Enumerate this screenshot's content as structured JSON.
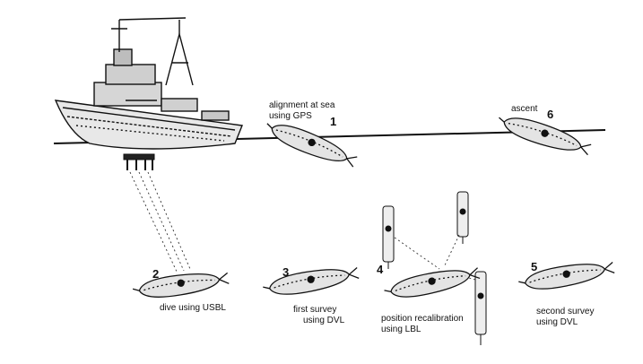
{
  "stages": [
    {
      "number": "1",
      "caption_lines": [
        "alignment at sea",
        "using GPS"
      ]
    },
    {
      "number": "2",
      "caption_lines": [
        "dive using USBL"
      ]
    },
    {
      "number": "3",
      "caption_lines": [
        "first survey",
        "using DVL"
      ]
    },
    {
      "number": "4",
      "caption_lines": [
        "position recalibration",
        "using LBL"
      ]
    },
    {
      "number": "5",
      "caption_lines": [
        "second survey",
        "using DVL"
      ]
    },
    {
      "number": "6",
      "caption_lines": [
        "ascent"
      ]
    }
  ],
  "colors": {
    "ink": "#111111",
    "background": "#ffffff"
  }
}
